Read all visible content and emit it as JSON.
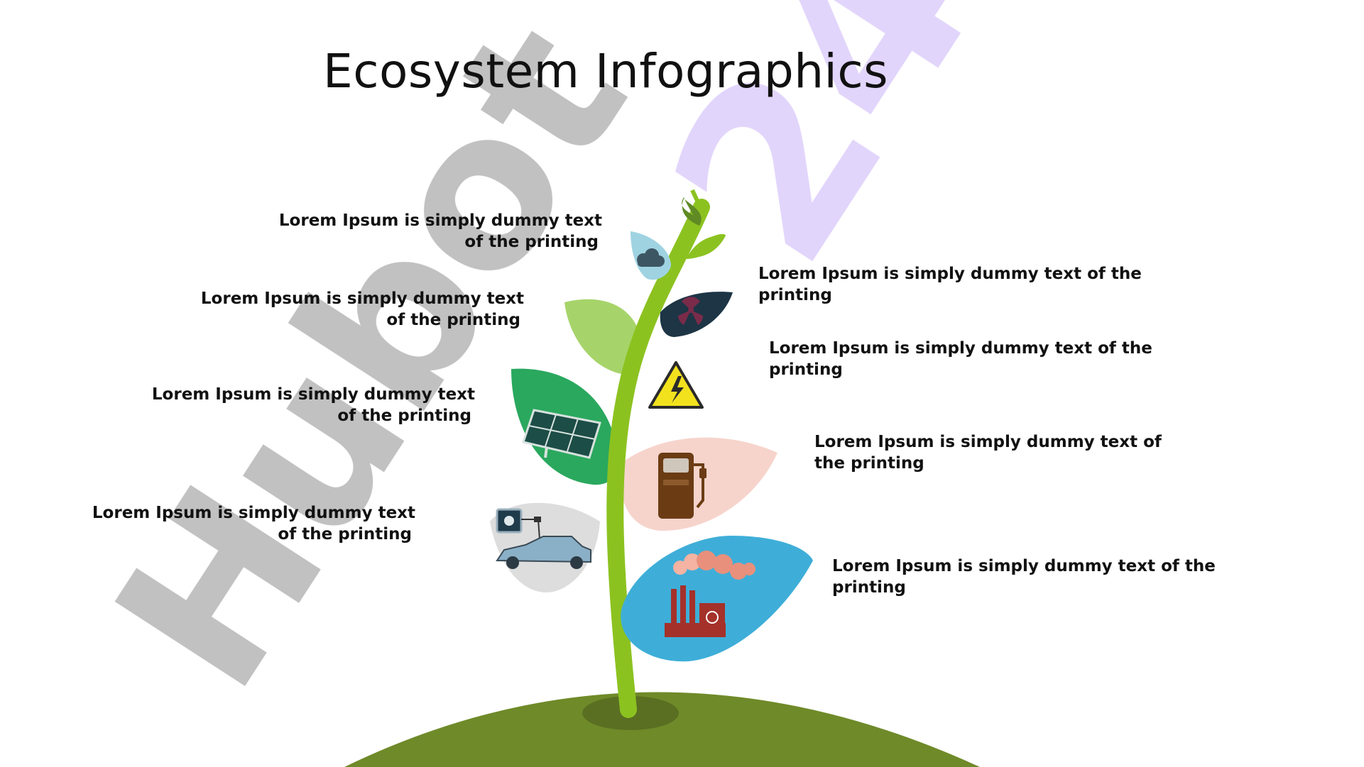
{
  "title": "Ecosystem Infographics",
  "watermark": {
    "text": "Hubot24"
  },
  "labels_left": [
    {
      "line1": "Lorem Ipsum is simply dummy text",
      "line2": "of the printing"
    },
    {
      "line1": "Lorem Ipsum is simply dummy text",
      "line2": "of the printing"
    },
    {
      "line1": "Lorem Ipsum is simply dummy text",
      "line2": "of the printing"
    },
    {
      "line1": "Lorem Ipsum is simply dummy text",
      "line2": "of the printing"
    }
  ],
  "labels_right": [
    {
      "line1": "Lorem Ipsum is simply dummy text of the",
      "line2": "printing"
    },
    {
      "line1": "Lorem Ipsum is simply dummy text of the",
      "line2": "printing"
    },
    {
      "line1": "Lorem Ipsum is simply dummy text of",
      "line2": "the printing"
    },
    {
      "line1": "Lorem Ipsum is simply dummy text of the",
      "line2": "printing"
    }
  ],
  "icons": [
    "cloud-icon",
    "radiation-icon",
    "high-voltage-icon",
    "solar-panel-icon",
    "fuel-pump-icon",
    "electric-car-icon",
    "factory-icon"
  ],
  "colors": {
    "ground": "#6f8a29",
    "stem": "#8cc220",
    "leaf_light_blue": "#9fd3e2",
    "leaf_dark": "#1d3545",
    "leaf_light_green": "#a6d46a",
    "leaf_green": "#2aa85e",
    "leaf_pink": "#f4cdc3",
    "leaf_grey": "#d7d7d7",
    "leaf_blue": "#3eaed8"
  }
}
